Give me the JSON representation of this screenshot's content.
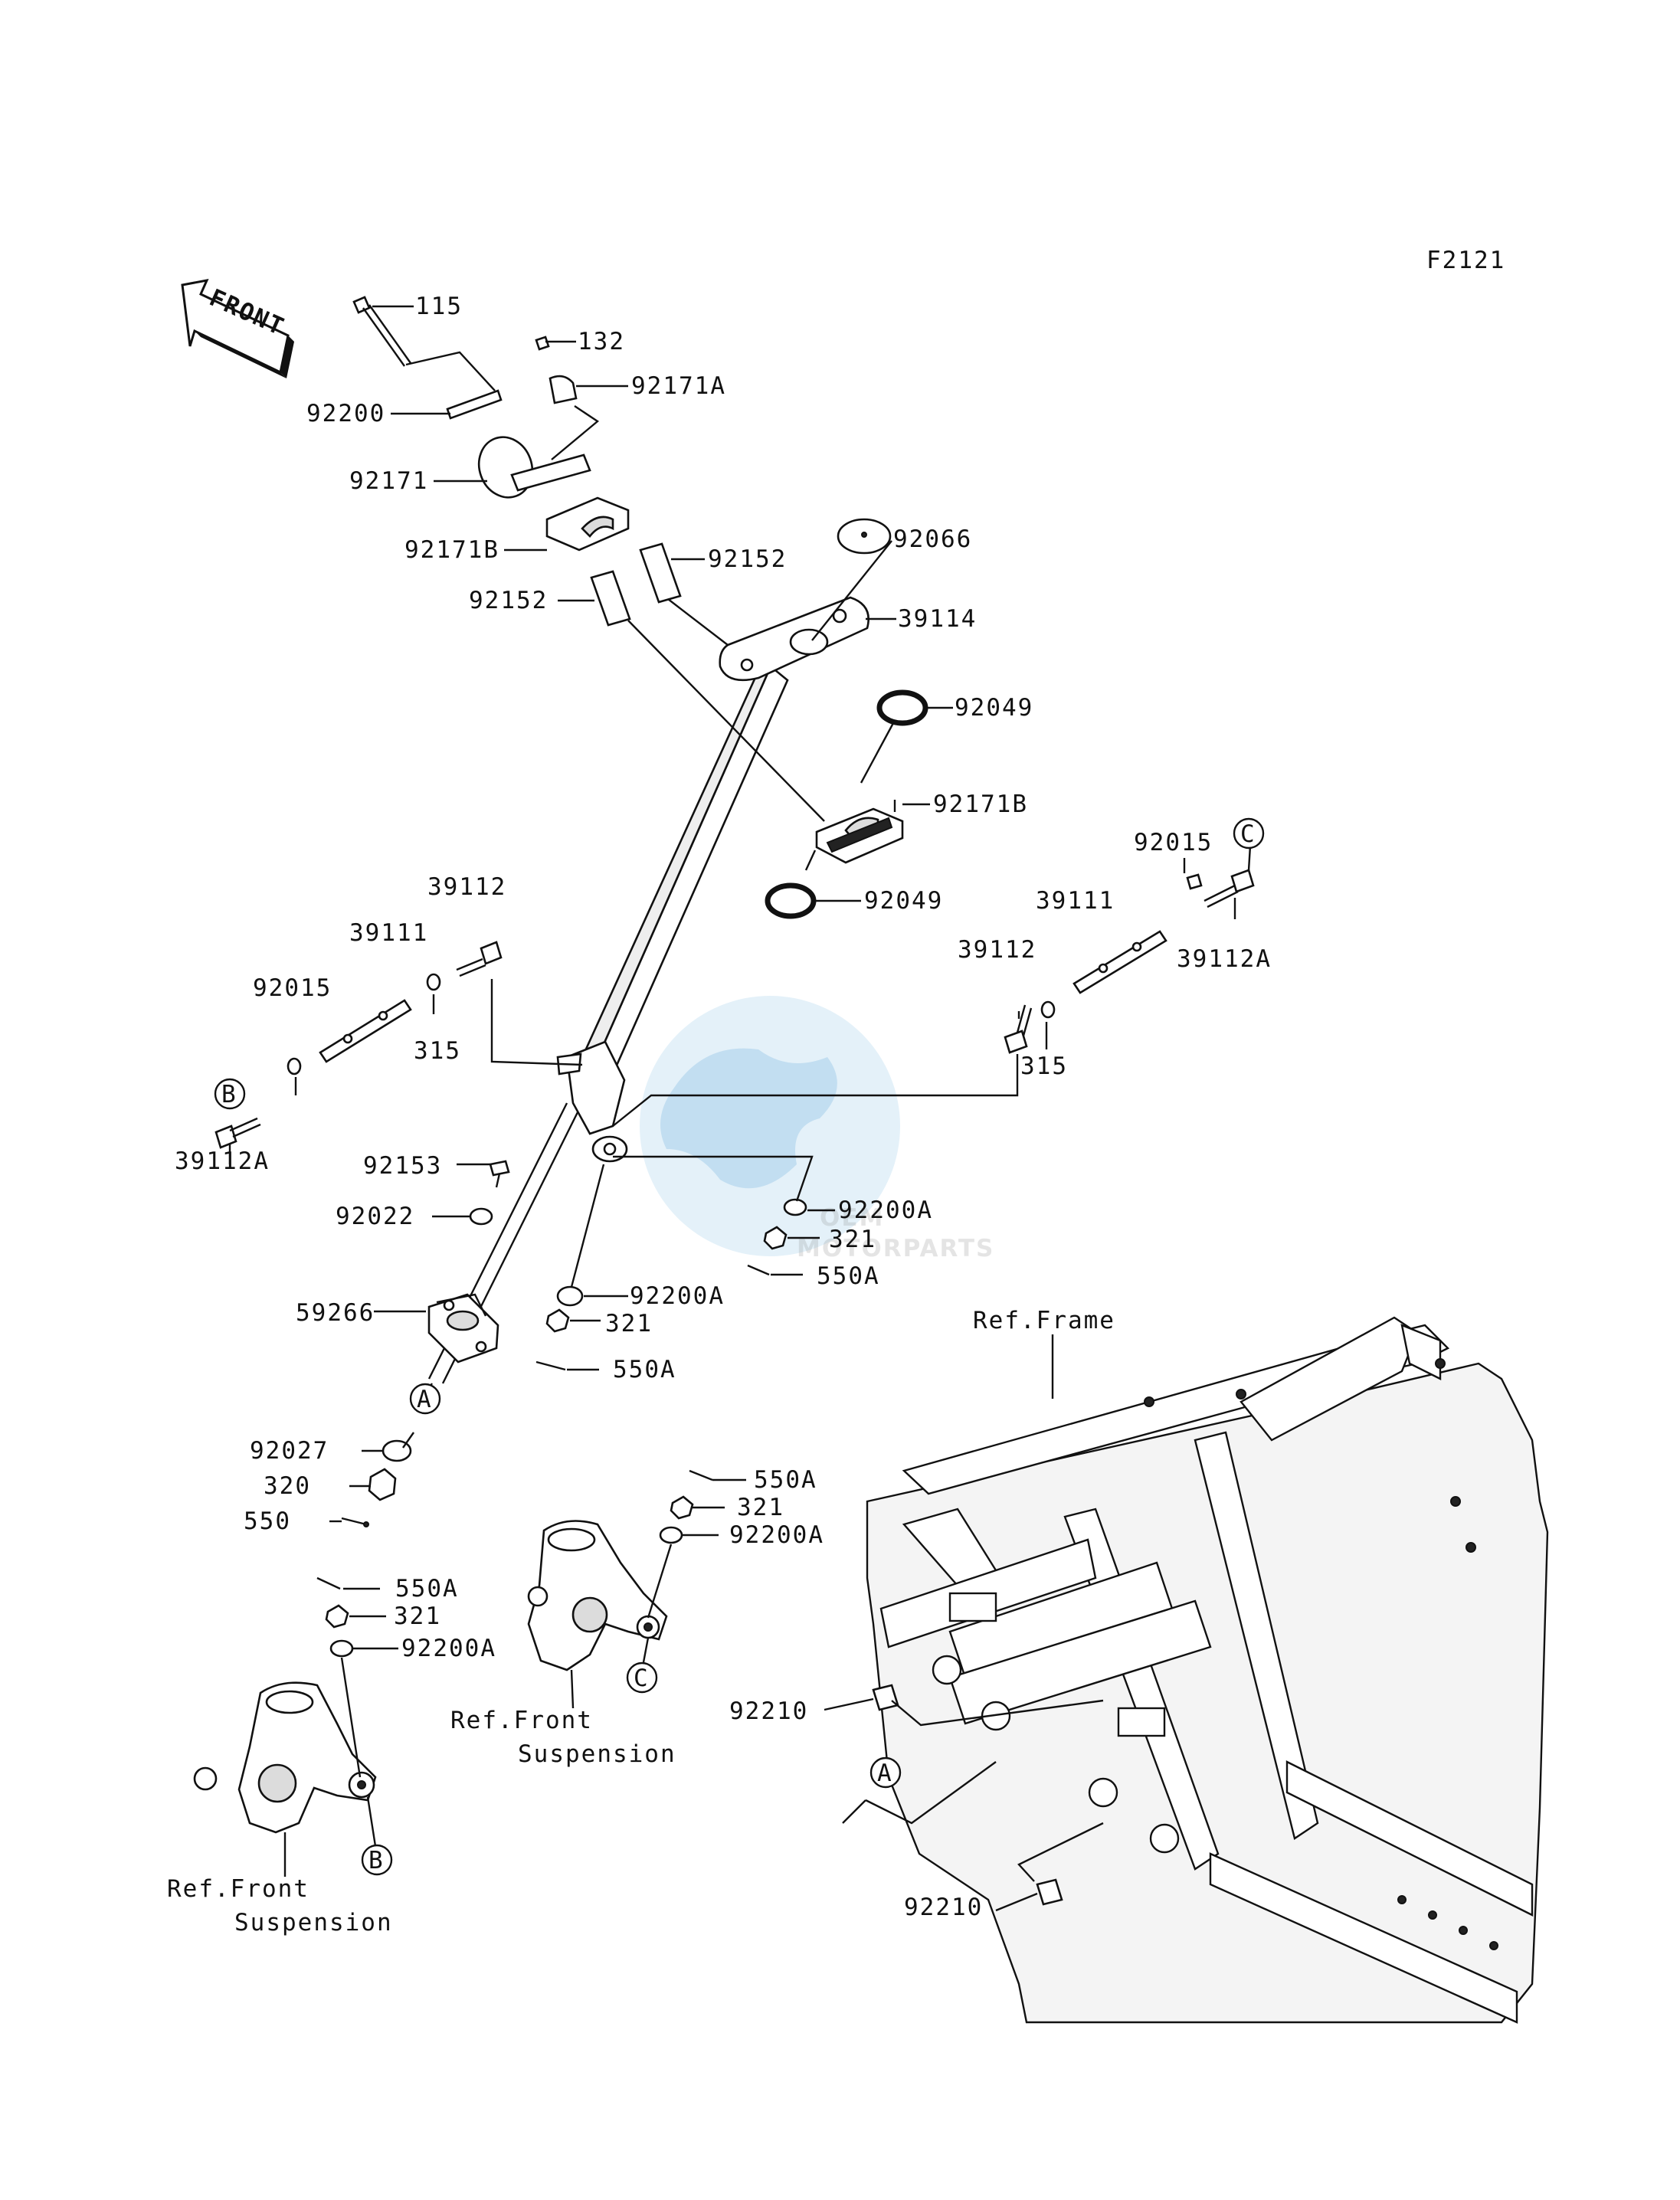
{
  "figure_code": "F2121",
  "front_badge": "FRONT",
  "watermark": {
    "brand": "OEM",
    "sub": "MOTORPARTS"
  },
  "callouts": {
    "p115": "115",
    "p132": "132",
    "p92171A": "92171A",
    "p92200": "92200",
    "p92171": "92171",
    "p92171B_top": "92171B",
    "p92152_right": "92152",
    "p92152_left": "92152",
    "p92066": "92066",
    "p39114": "39114",
    "p92049_top": "92049",
    "p92171B_mid": "92171B",
    "p92049_bottom": "92049",
    "p92015_right": "92015",
    "p39111_right": "39111",
    "p39112A_right": "39112A",
    "p39112_right": "39112",
    "p315_right": "315",
    "p39112_left": "39112",
    "p39111_left": "39111",
    "p92015_left": "92015",
    "p315_left": "315",
    "p39112A_left": "39112A",
    "p92153": "92153",
    "p92022": "92022",
    "p92200A_mid": "92200A",
    "p321_mid": "321",
    "p550A_mid": "550A",
    "p92200A_low": "92200A",
    "p321_low": "321",
    "p550A_low": "550A",
    "p59266": "59266",
    "p92027": "92027",
    "p320": "320",
    "p550": "550",
    "p550A_c": "550A",
    "p321_c": "321",
    "p92200A_c": "92200A",
    "p550A_b": "550A",
    "p321_b": "321",
    "p92200A_b": "92200A",
    "p92210_top": "92210",
    "p92210_bottom": "92210"
  },
  "ref_labels": {
    "frame": "Ref.Frame",
    "front_susp_c_1": "Ref.Front",
    "front_susp_c_2": "Suspension",
    "front_susp_b_1": "Ref.Front",
    "front_susp_b_2": "Suspension"
  },
  "markers": {
    "A_shaft": "A",
    "A_frame": "A",
    "B_rod": "B",
    "B_knuckle": "B",
    "C_rod": "C",
    "C_knuckle": "C"
  }
}
